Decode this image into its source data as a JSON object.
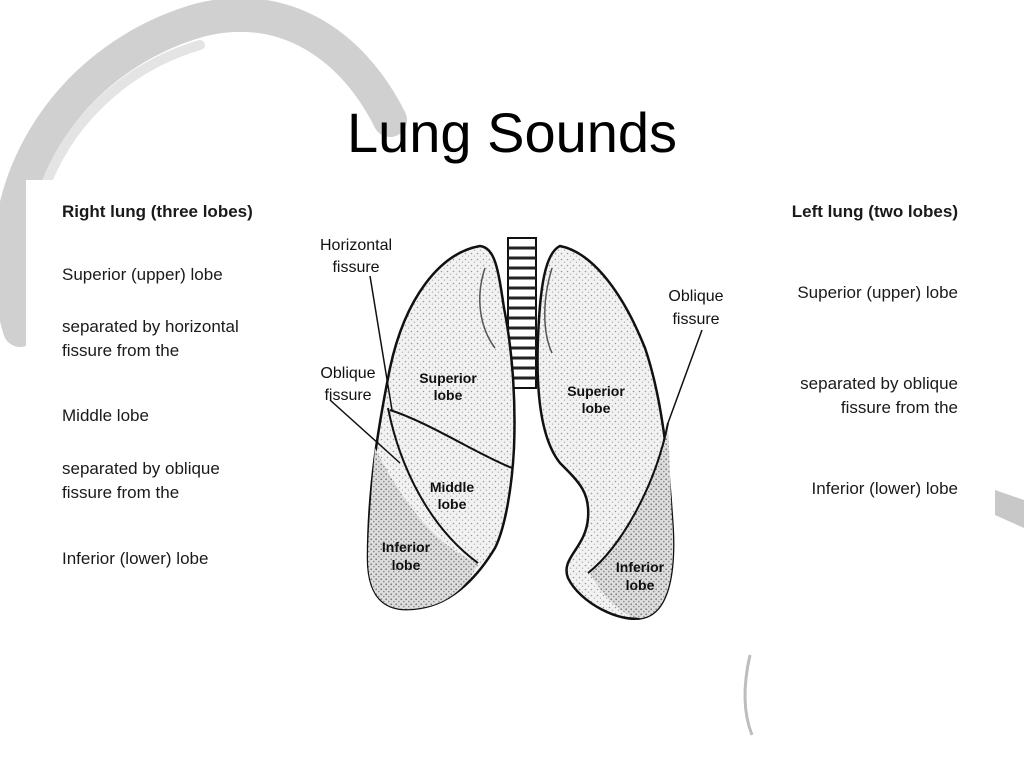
{
  "title": "Lung Sounds",
  "right_lung": {
    "header": "Right lung (three lobes)",
    "items": [
      "Superior (upper) lobe",
      "separated by horizontal\nfissure from the",
      "Middle lobe",
      "separated by oblique\nfissure from the",
      "Inferior (lower) lobe"
    ]
  },
  "left_lung": {
    "header": "Left lung (two lobes)",
    "items": [
      "Superior (upper) lobe",
      "separated by oblique\nfissure from the",
      "Inferior (lower) lobe"
    ]
  },
  "diagram": {
    "horizontal_fissure": [
      "Horizontal",
      "fissure"
    ],
    "oblique_fissure_right": [
      "Oblique",
      "fissure"
    ],
    "oblique_fissure_left": [
      "Oblique",
      "fissure"
    ],
    "right_superior": [
      "Superior",
      "lobe"
    ],
    "right_middle": [
      "Middle",
      "lobe"
    ],
    "right_inferior": [
      "Inferior",
      "lobe"
    ],
    "left_superior": [
      "Superior",
      "lobe"
    ],
    "left_inferior": [
      "Inferior",
      "lobe"
    ]
  }
}
